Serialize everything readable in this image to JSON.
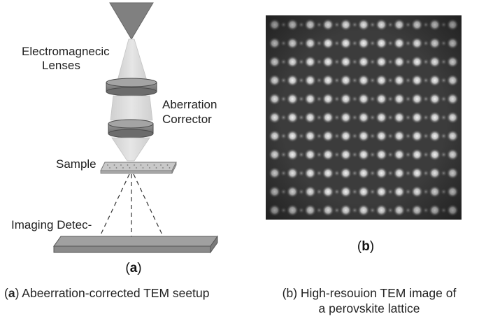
{
  "panel_a": {
    "labels": {
      "lenses_line1": "Electromagnecic",
      "lenses_line2": "Lenses",
      "corrector_line1": "Aberration",
      "corrector_line2": "Corrector",
      "sample": "Sample",
      "detector": "Imaging Detec-"
    },
    "panel_letter": "a",
    "caption_letter": "a",
    "caption_text": "Abeerration-corrected TEM seetup"
  },
  "panel_b": {
    "panel_letter": "b",
    "caption_letter": "b",
    "caption_line1": "High-resouion TEM image of",
    "caption_line2": "a perovskite lattice",
    "lattice": {
      "rows": 11,
      "cols": 11
    }
  },
  "colors": {
    "cone_fill": "#808080",
    "beam_fill": "#dcdcdc",
    "lens_fill": "#7c7c7c",
    "sample_fill": "#c8c8c8",
    "detector_fill": "#8e8e8e",
    "image_bg": "#3a3a3a",
    "atom_bright": "#e8e8e8",
    "atom_dim": "#7a7a7a"
  }
}
